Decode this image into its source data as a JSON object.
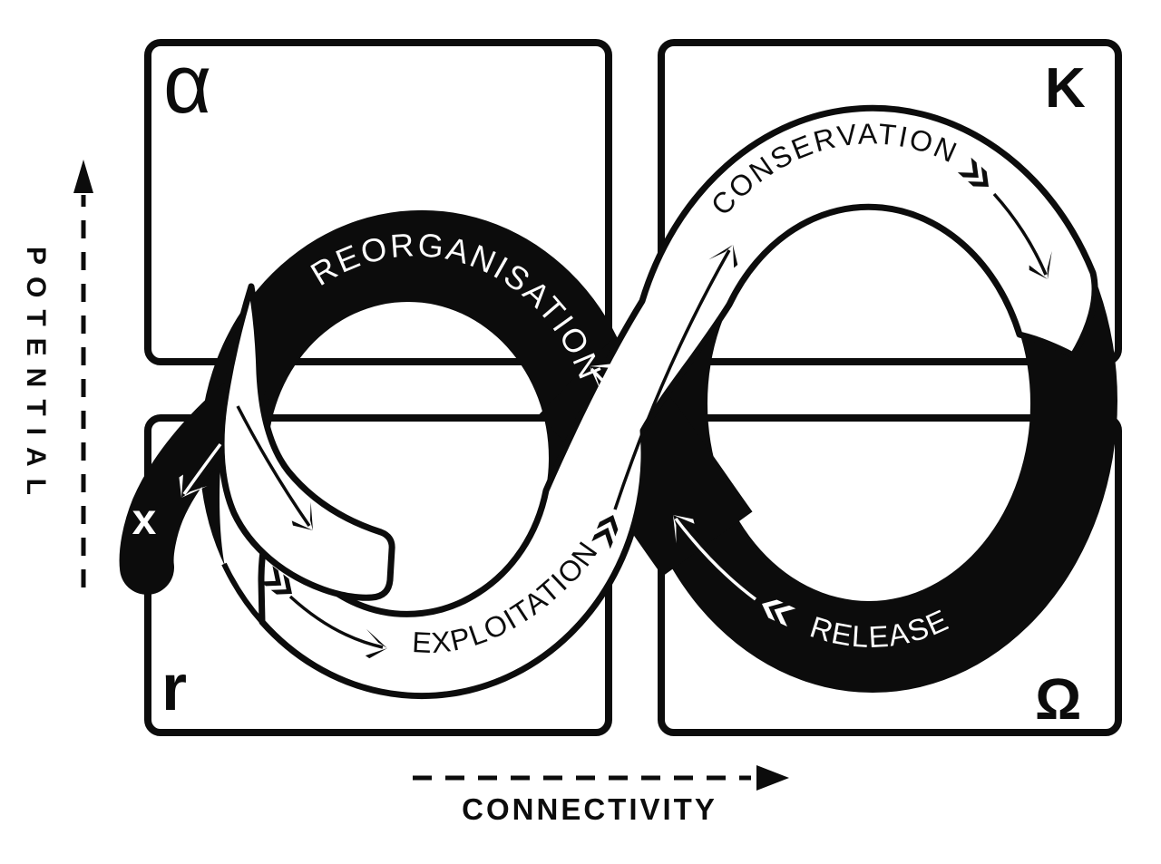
{
  "quadrants": {
    "top_left": "α",
    "top_right": "K",
    "bottom_left": "r",
    "bottom_right": "Ω"
  },
  "phases": {
    "reorganisation": "REORGANISATION",
    "conservation": "CONSERVATION",
    "exploitation": "EXPLOITATION",
    "release": "RELEASE"
  },
  "axes": {
    "y": "POTENTIAL",
    "x": "CONNECTIVITY"
  },
  "exit_marker": "x",
  "colors": {
    "ink": "#0c0c0c",
    "paper": "#ffffff"
  }
}
